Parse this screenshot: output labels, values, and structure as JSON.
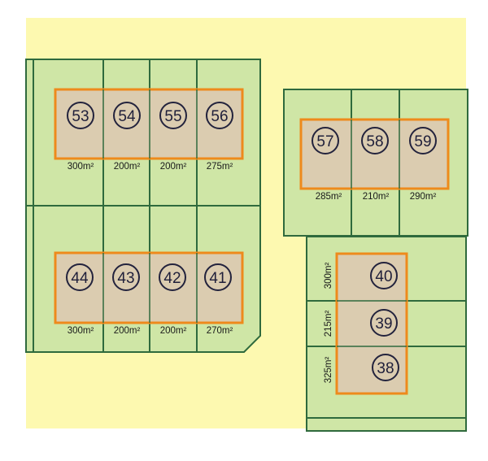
{
  "colors": {
    "ground": "#fdf9b0",
    "parcel_fill": "#cfe6a6",
    "parcel_line": "#2f6a3d",
    "footprint_fill": "#dbccb0",
    "footprint_line": "#ee8a1c",
    "badge_line": "#23233d"
  },
  "blocks": {
    "top_left": {
      "lots": [
        {
          "number": "53",
          "area": "300m²"
        },
        {
          "number": "54",
          "area": "200m²"
        },
        {
          "number": "55",
          "area": "200m²"
        },
        {
          "number": "56",
          "area": "275m²"
        }
      ]
    },
    "bottom_left": {
      "lots": [
        {
          "number": "44",
          "area": "300m²"
        },
        {
          "number": "43",
          "area": "200m²"
        },
        {
          "number": "42",
          "area": "200m²"
        },
        {
          "number": "41",
          "area": "270m²"
        }
      ]
    },
    "top_right": {
      "lots": [
        {
          "number": "57",
          "area": "285m²"
        },
        {
          "number": "58",
          "area": "210m²"
        },
        {
          "number": "59",
          "area": "290m²"
        }
      ]
    },
    "bottom_right": {
      "lots": [
        {
          "number": "40",
          "area": "300m²"
        },
        {
          "number": "39",
          "area": "215m²"
        },
        {
          "number": "38",
          "area": "325m²"
        }
      ]
    }
  }
}
